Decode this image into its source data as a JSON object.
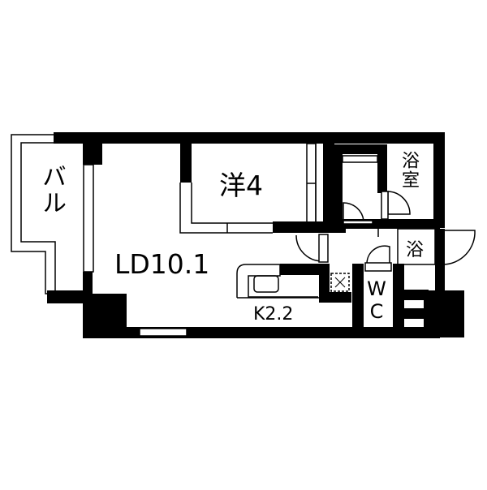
{
  "floor_plan": {
    "colors": {
      "wall": "#000000",
      "background": "#ffffff",
      "fixture_line": "#000000"
    },
    "rooms": [
      {
        "id": "balcony",
        "label": "バル"
      },
      {
        "id": "western_room",
        "label": "洋4"
      },
      {
        "id": "living_dining",
        "label": "LD10.1"
      },
      {
        "id": "kitchen",
        "label": "K2.2"
      },
      {
        "id": "bathroom",
        "label": "浴室"
      },
      {
        "id": "washroom",
        "label": "浴"
      },
      {
        "id": "toilet",
        "label": "WC"
      }
    ]
  }
}
